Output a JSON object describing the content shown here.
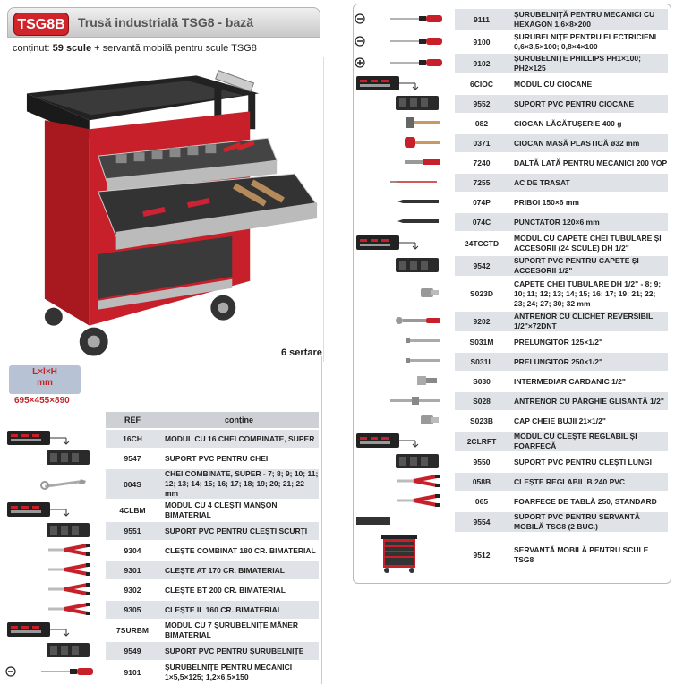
{
  "header": {
    "badge": "TSG8B",
    "title": "Trusă industrială TSG8 - bază"
  },
  "content": {
    "prefix": "conținut:",
    "count": "59 scule",
    "suffix": "+ servantă mobilă pentru scule TSG8"
  },
  "drawers_label": "6 sertare",
  "dimensions": {
    "label": "L×l×H",
    "unit": "mm",
    "value": "695×455×890"
  },
  "table_headers": {
    "ref": "REF",
    "contents": "conține"
  },
  "left_items": [
    {
      "ref": "16CH",
      "desc": "MODUL CU 16 CHEI COMBINATE, SUPER",
      "img": "module"
    },
    {
      "ref": "9547",
      "desc": "SUPORT PVC PENTRU CHEI",
      "img": "tray"
    },
    {
      "ref": "004S",
      "desc": "CHEI COMBINATE, SUPER - 7; 8; 9; 10; 11; 12; 13; 14; 15; 16; 17; 18; 19; 20; 21; 22 mm",
      "img": "wrench"
    },
    {
      "ref": "4CLBM",
      "desc": "MODUL CU 4 CLEȘTI MANȘON BIMATERIAL",
      "img": "module"
    },
    {
      "ref": "9551",
      "desc": "SUPORT PVC PENTRU CLEȘTI SCURȚI",
      "img": "tray"
    },
    {
      "ref": "9304",
      "desc": "CLEȘTE COMBINAT 180 CR. BIMATERIAL",
      "img": "plier"
    },
    {
      "ref": "9301",
      "desc": "CLEȘTE AT 170 CR. BIMATERIAL",
      "img": "plier"
    },
    {
      "ref": "9302",
      "desc": "CLEȘTE BT 200 CR. BIMATERIAL",
      "img": "plier"
    },
    {
      "ref": "9305",
      "desc": "CLEȘTE IL 160 CR. BIMATERIAL",
      "img": "plier"
    },
    {
      "ref": "7SURBM",
      "desc": "MODUL CU 7 ȘURUBELNIȚE MÂNER BIMATERIAL",
      "img": "module"
    },
    {
      "ref": "9549",
      "desc": "SUPORT PVC PENTRU ȘURUBELNIȚE",
      "img": "tray"
    },
    {
      "ref": "9101",
      "desc": "ȘURUBELNIȚE PENTRU MECANICI 1×5,5×125; 1,2×6,5×150",
      "img": "screwdriver-flat"
    }
  ],
  "right_items": [
    {
      "ref": "9111",
      "desc": "ȘURUBELNIȚĂ PENTRU MECANICI CU HEXAGON 1,6×8×200",
      "img": "screwdriver-flat"
    },
    {
      "ref": "9100",
      "desc": "ȘURUBELNIȚE PENTRU ELECTRICIENI 0,6×3,5×100; 0,8×4×100",
      "img": "screwdriver-flat"
    },
    {
      "ref": "9102",
      "desc": "ȘURUBELNIȚE PHILLIPS PH1×100; PH2×125",
      "img": "screwdriver-phillips"
    },
    {
      "ref": "6CIOC",
      "desc": "MODUL CU CIOCANE",
      "img": "module"
    },
    {
      "ref": "9552",
      "desc": "SUPORT PVC PENTRU CIOCANE",
      "img": "tray"
    },
    {
      "ref": "082",
      "desc": "CIOCAN LĂCĂTUȘERIE 400 g",
      "img": "hammer"
    },
    {
      "ref": "0371",
      "desc": "CIOCAN MASĂ PLASTICĂ ø32 mm",
      "img": "mallet"
    },
    {
      "ref": "7240",
      "desc": "DALTĂ LATĂ PENTRU MECANICI 200 VOP",
      "img": "chisel"
    },
    {
      "ref": "7255",
      "desc": "AC DE TRASAT",
      "img": "scriber"
    },
    {
      "ref": "074P",
      "desc": "PRIBOI 150×6 mm",
      "img": "punch"
    },
    {
      "ref": "074C",
      "desc": "PUNCTATOR 120×6 mm",
      "img": "punch"
    },
    {
      "ref": "24TCCTD",
      "desc": "MODUL CU CAPETE CHEI TUBULARE ȘI ACCESORII (24 SCULE)  DH 1/2\"",
      "img": "module"
    },
    {
      "ref": "9542",
      "desc": "SUPORT PVC PENTRU CAPETE ȘI ACCESORII 1/2\"",
      "img": "tray"
    },
    {
      "ref": "S023D",
      "desc": "CAPETE CHEI TUBULARE DH 1/2\" - 8; 9; 10; 11; 12; 13; 14; 15; 16; 17; 19; 21; 22; 23; 24; 27; 30; 32 mm",
      "img": "socket"
    },
    {
      "ref": "9202",
      "desc": "ANTRENOR CU CLICHET REVERSIBIL 1/2\"×72DNT",
      "img": "ratchet"
    },
    {
      "ref": "S031M",
      "desc": "PRELUNGITOR 125×1/2\"",
      "img": "extension"
    },
    {
      "ref": "S031L",
      "desc": "PRELUNGITOR 250×1/2\"",
      "img": "extension"
    },
    {
      "ref": "S030",
      "desc": "INTERMEDIAR CARDANIC 1/2\"",
      "img": "joint"
    },
    {
      "ref": "S028",
      "desc": "ANTRENOR CU PÂRGHIE GLISANTĂ 1/2\"",
      "img": "tbar"
    },
    {
      "ref": "S023B",
      "desc": "CAP CHEIE BUJII 21×1/2\"",
      "img": "socket"
    },
    {
      "ref": "2CLRFT",
      "desc": "MODUL CU CLEȘTE REGLABIL ȘI FOARFECĂ",
      "img": "module"
    },
    {
      "ref": "9550",
      "desc": "SUPORT PVC PENTRU CLEȘTI LUNGI",
      "img": "tray"
    },
    {
      "ref": "058B",
      "desc": "CLEȘTE REGLABIL B 240 PVC",
      "img": "plier"
    },
    {
      "ref": "065",
      "desc": "FOARFECE DE TABLĂ 250, STANDARD",
      "img": "plier"
    },
    {
      "ref": "9554",
      "desc": "SUPORT PVC PENTRU SERVANTĂ MOBILĂ TSG8 (2 BUC.)",
      "img": "mat"
    },
    {
      "ref": "9512",
      "desc": "SERVANTĂ MOBILĂ PENTRU SCULE TSG8",
      "img": "cart"
    }
  ]
}
